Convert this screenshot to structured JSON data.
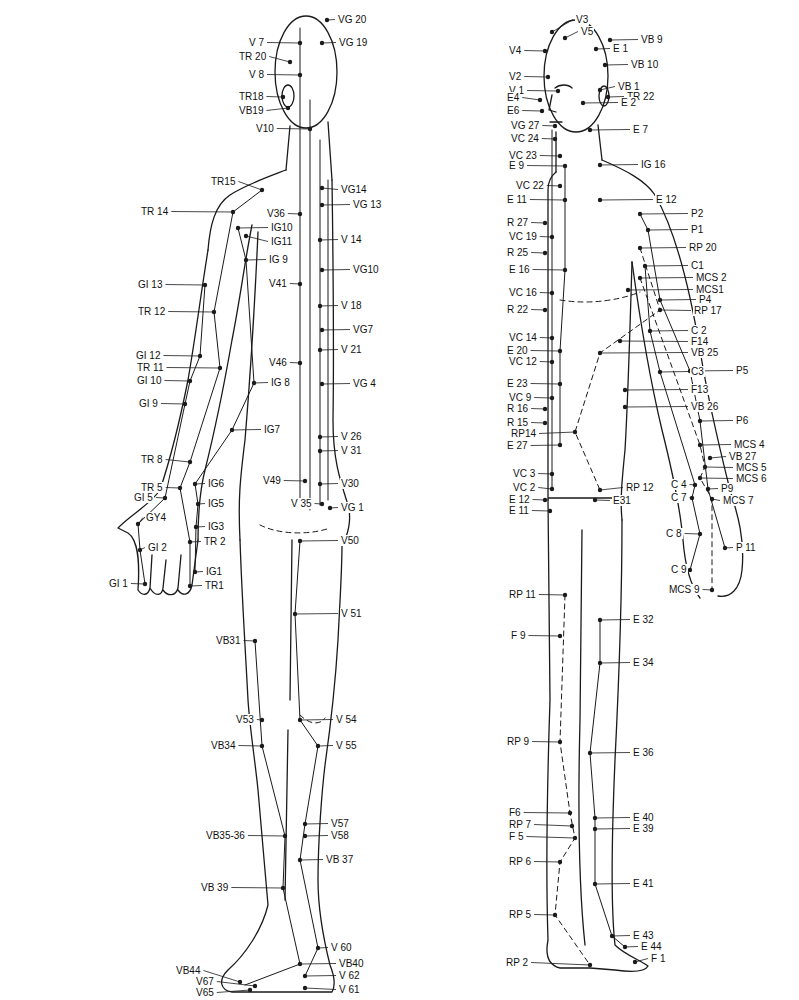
{
  "diagram": {
    "labels": [
      "VG 20",
      "V 7",
      "VG 19",
      "TR 20",
      "V 8",
      "TR18",
      "VB19",
      "V10",
      "TR15",
      "VG14",
      "TR 14",
      "VG 13",
      "V36",
      "IG10",
      "IG11",
      "V 14",
      "IG 9",
      "VG10",
      "V41",
      "GI 13",
      "V 18",
      "TR 12",
      "VG7",
      "V 21",
      "GI 12",
      "TR 11",
      "V46",
      "IG 8",
      "GI 10",
      "VG 4",
      "GI 9",
      "IG7",
      "V 26",
      "V 31",
      "TR 8",
      "V49",
      "V30",
      "TR 5",
      "GI 5",
      "IG6",
      "IG5",
      "V 35",
      "VG 1",
      "GY4",
      "IG3",
      "TR 2",
      "GI 2",
      "V50",
      "IG1",
      "GI 1",
      "TR1",
      "V 51",
      "VB31",
      "V53",
      "V 54",
      "VB34",
      "V 55",
      "V57",
      "V58",
      "VB35-36",
      "VB 37",
      "VB 39",
      "V 60",
      "VB40",
      "VB44",
      "V 62",
      "V67",
      "V 61",
      "V65",
      "V3",
      "V5",
      "VB 9",
      "V4",
      "E 1",
      "VB 10",
      "V2",
      "V 1",
      "VB 1",
      "TR 22",
      "E4",
      "E 2",
      "E6",
      "VG 27",
      "E 7",
      "VC 24",
      "VC 23",
      "IG 16",
      "E 9",
      "VC 22",
      "E 11",
      "E 12",
      "R 27",
      "P2",
      "VC 19",
      "P1",
      "R 25",
      "RP 20",
      "E 16",
      "C1",
      "VC 16",
      "MCS 2",
      "MCS1",
      "P4",
      "R 22",
      "RP 17",
      "VC 14",
      "C 2",
      "E 20",
      "F14",
      "VC 12",
      "VB 25",
      "C3",
      "P5",
      "E 23",
      "F13",
      "VC 9",
      "VB 26",
      "R 16",
      "P6",
      "R 15",
      "RP14",
      "MCS 4",
      "E 27",
      "VB 27",
      "MCS 5",
      "MCS 6",
      "VC 3",
      "C 4",
      "P9",
      "VC 2",
      "C 7",
      "MCS 7",
      "RP 12",
      "E 12",
      "E 11",
      "E31",
      "C 8",
      "P 11",
      "C 9",
      "MCS 9",
      "RP 11",
      "F 9",
      "E 32",
      "E 34",
      "RP 9",
      "E 36",
      "F6",
      "E 40",
      "RP 7",
      "E 39",
      "F 5",
      "RP 6",
      "E 41",
      "RP 5",
      "E 43",
      "E 44",
      "RP 2",
      "F 1"
    ]
  }
}
